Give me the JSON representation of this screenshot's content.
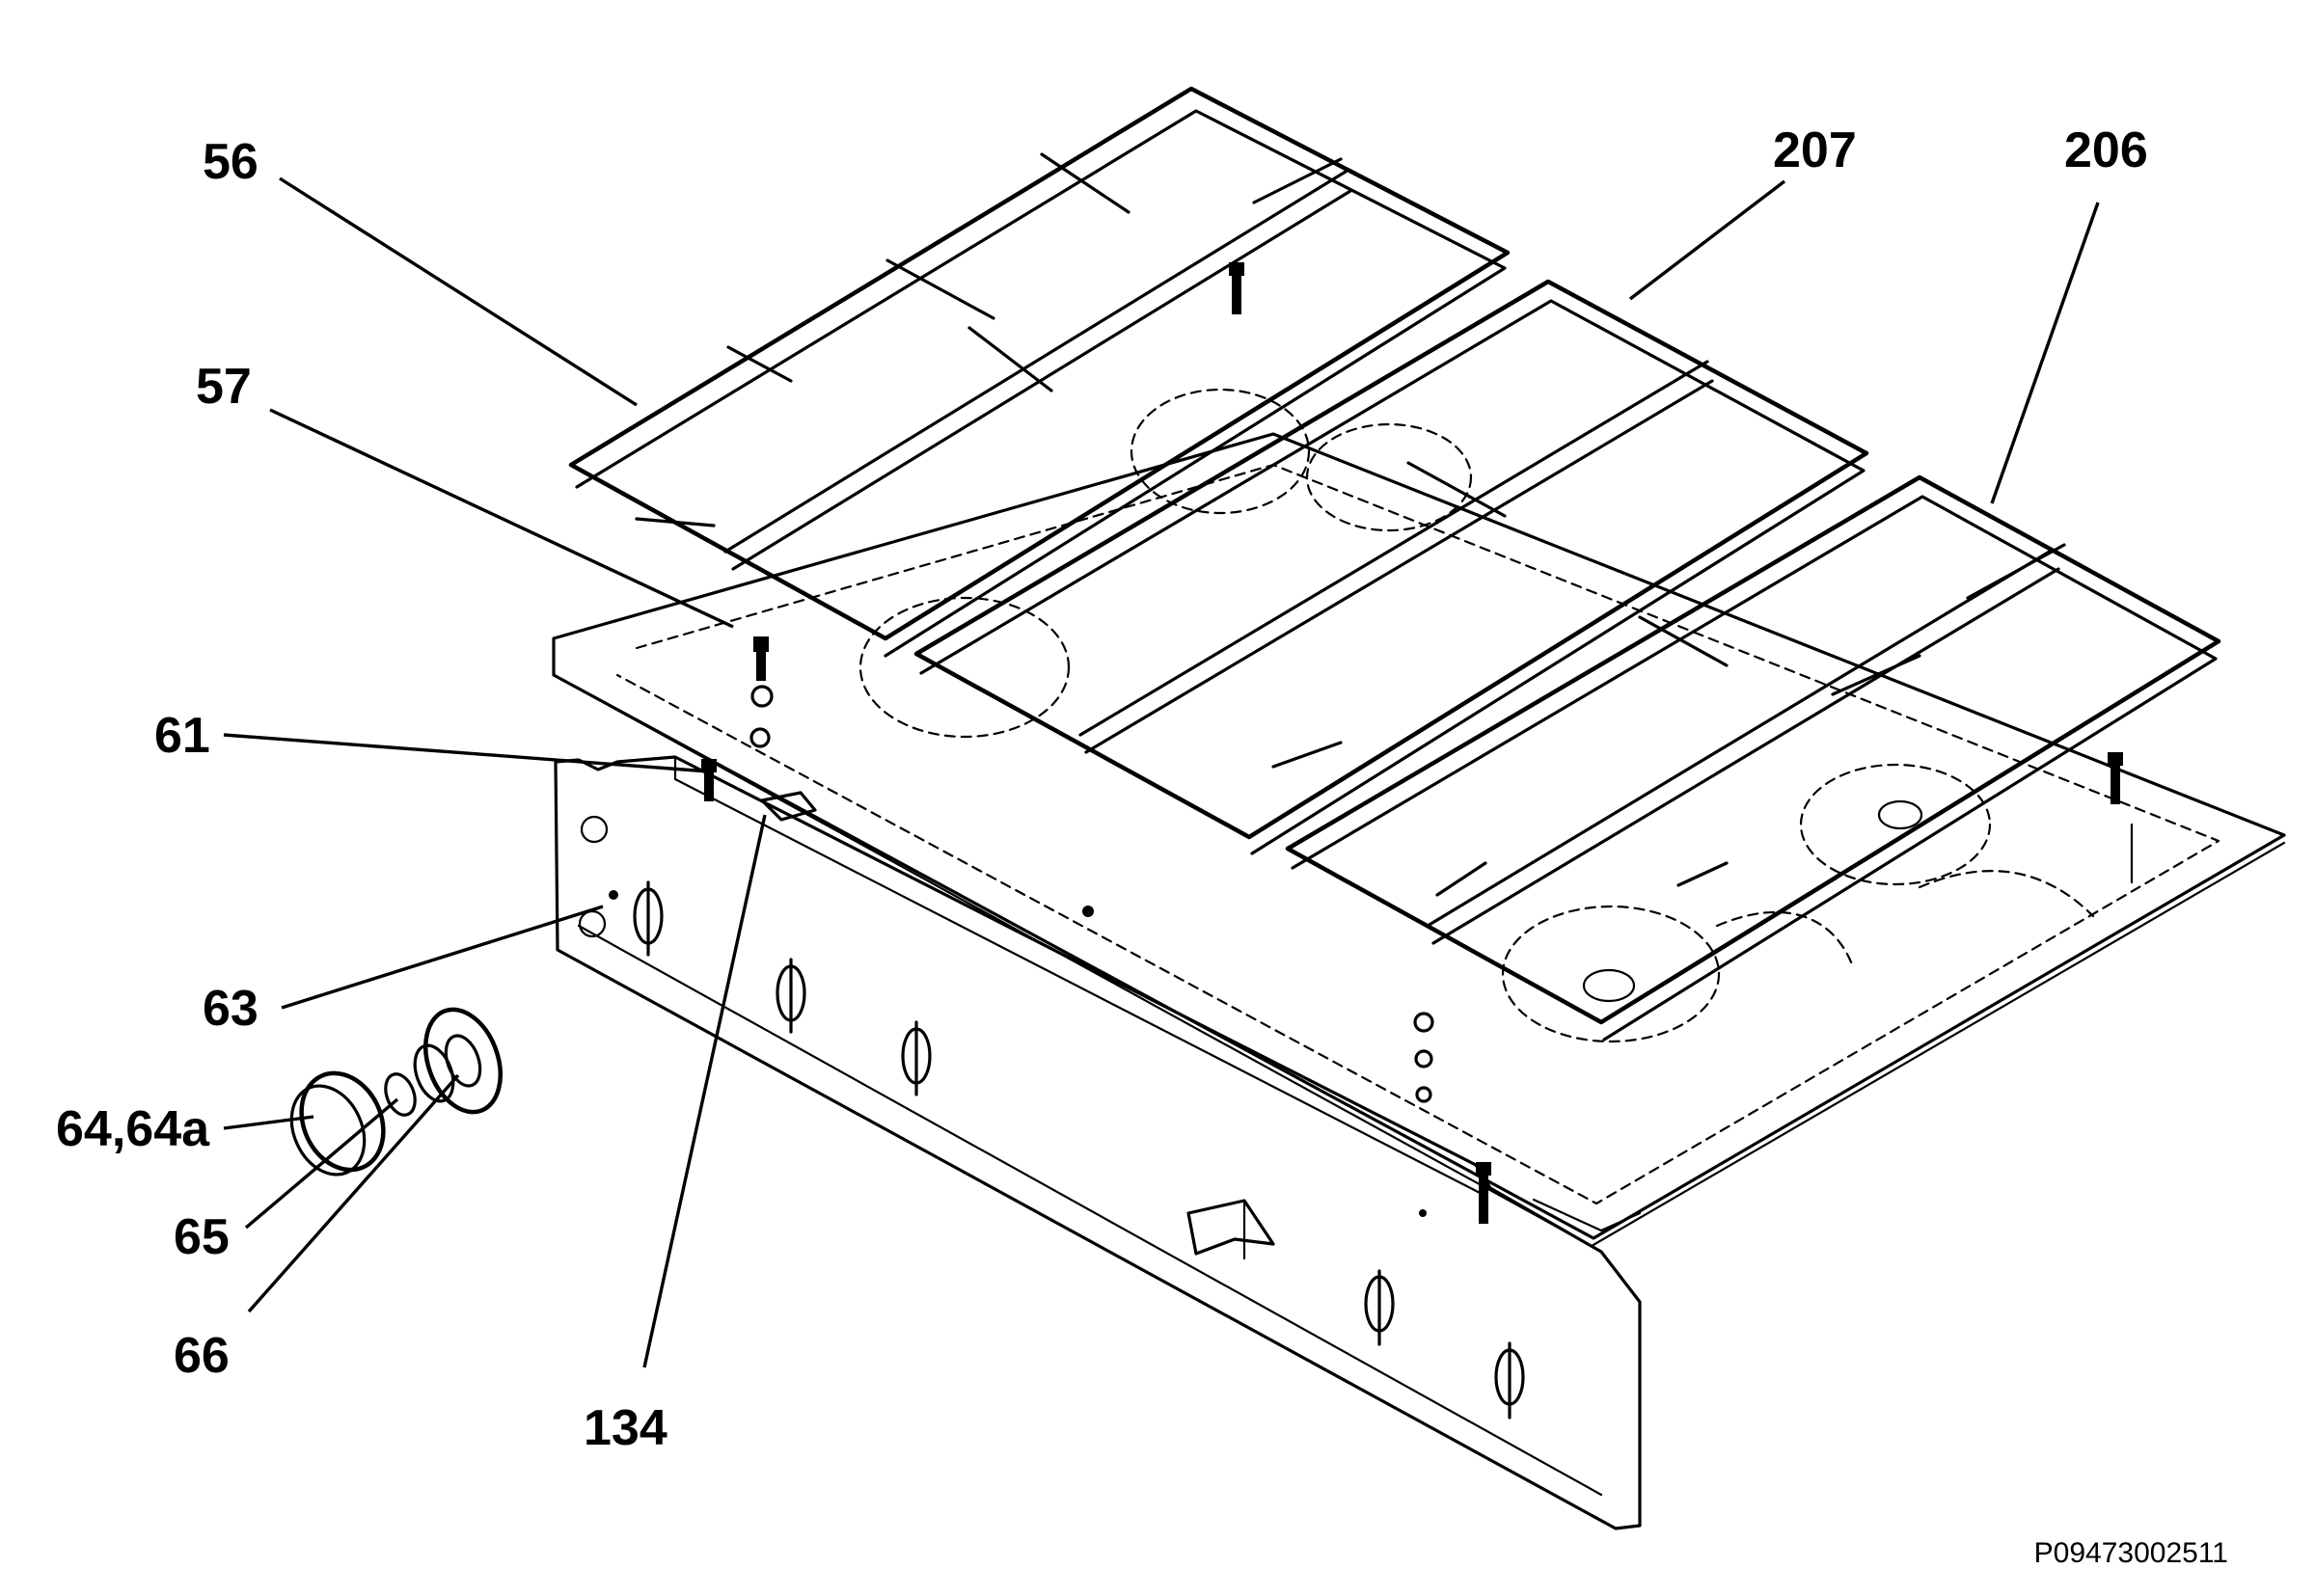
{
  "diagram": {
    "callouts": [
      {
        "id": "c56",
        "label": "56"
      },
      {
        "id": "c57",
        "label": "57"
      },
      {
        "id": "c61",
        "label": "61"
      },
      {
        "id": "c63",
        "label": "63"
      },
      {
        "id": "c64",
        "label": "64,64a"
      },
      {
        "id": "c65",
        "label": "65"
      },
      {
        "id": "c66",
        "label": "66"
      },
      {
        "id": "c134",
        "label": "134"
      },
      {
        "id": "c207",
        "label": "207"
      },
      {
        "id": "c206",
        "label": "206"
      }
    ],
    "document_id": "P09473002511"
  }
}
